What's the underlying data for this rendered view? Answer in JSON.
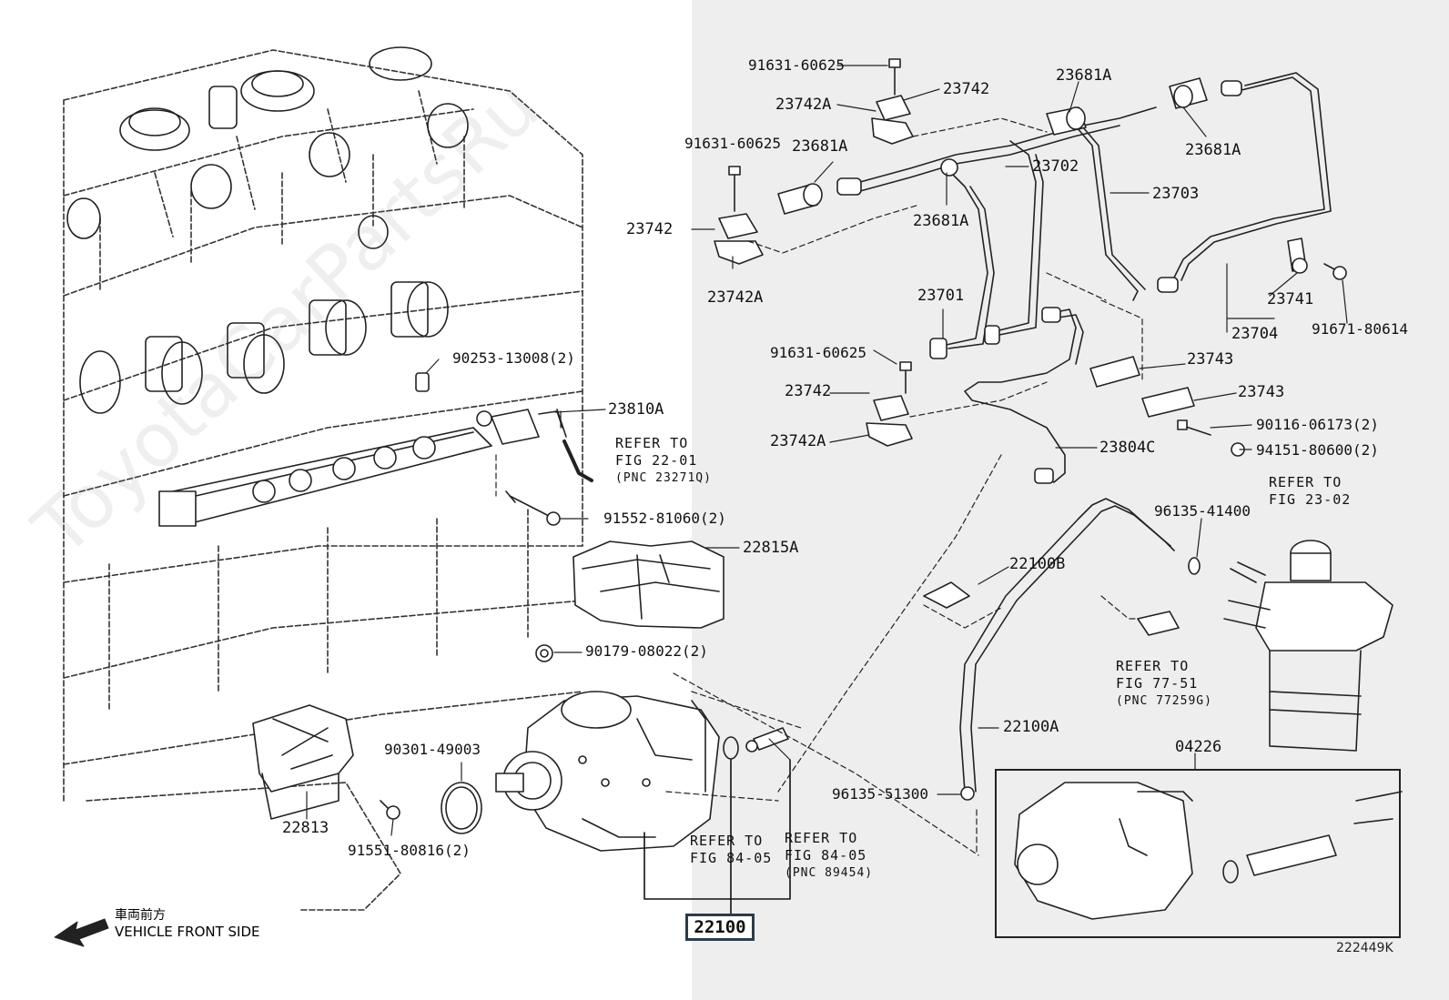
{
  "labels": {
    "p_91631_60625_a": "91631-60625",
    "p_23742_a": "23742",
    "p_23742A_a": "23742A",
    "p_23681A_a": "23681A",
    "p_91631_60625_b": "91631-60625",
    "p_23681A_b": "23681A",
    "p_23681A_c": "23681A",
    "p_23702": "23702",
    "p_23703": "23703",
    "p_23681A_d": "23681A",
    "p_23742_b": "23742",
    "p_23742A_b": "23742A",
    "p_23701": "23701",
    "p_23741": "23741",
    "p_23704": "23704",
    "p_91671_80614": "91671-80614",
    "p_91631_60625_c": "91631-60625",
    "p_23743_a": "23743",
    "p_23742_c": "23742",
    "p_23743_b": "23743",
    "p_23742A_c": "23742A",
    "p_90116_06173": "90116-06173(2)",
    "p_94151_80600": "94151-80600(2)",
    "p_23804C": "23804C",
    "p_90253_13008": "90253-13008(2)",
    "p_23810A": "23810A",
    "p_91552_81060": "91552-81060(2)",
    "p_22815A": "22815A",
    "p_96135_41400": "96135-41400",
    "p_22100B": "22100B",
    "p_90179_08022": "90179-08022(2)",
    "p_22100A": "22100A",
    "p_90301_49003": "90301-49003",
    "p_04226": "04226",
    "p_96135_51300": "96135-51300",
    "p_22813": "22813",
    "p_91551_80816": "91551-80816(2)"
  },
  "refers": {
    "r1": [
      "REFER TO",
      "FIG 22-01",
      "(PNC 23271Q)"
    ],
    "r2": [
      "REFER TO",
      "FIG 23-02"
    ],
    "r3": [
      "REFER TO",
      "FIG 77-51",
      "(PNC 77259G)"
    ],
    "r4": [
      "REFER TO",
      "FIG 84-05"
    ],
    "r5": [
      "REFER TO",
      "FIG 84-05",
      "(PNC 89454)"
    ]
  },
  "main_part": "22100",
  "front_direction": {
    "jp": "車両前方",
    "en": "VEHICLE FRONT SIDE"
  },
  "figure_id": "222449K",
  "watermark": "ToyotaCarPartsRu",
  "colors": {
    "right_panel": "#eeeeee",
    "main_box_border": "#2d3b4a",
    "ink": "#111111"
  }
}
